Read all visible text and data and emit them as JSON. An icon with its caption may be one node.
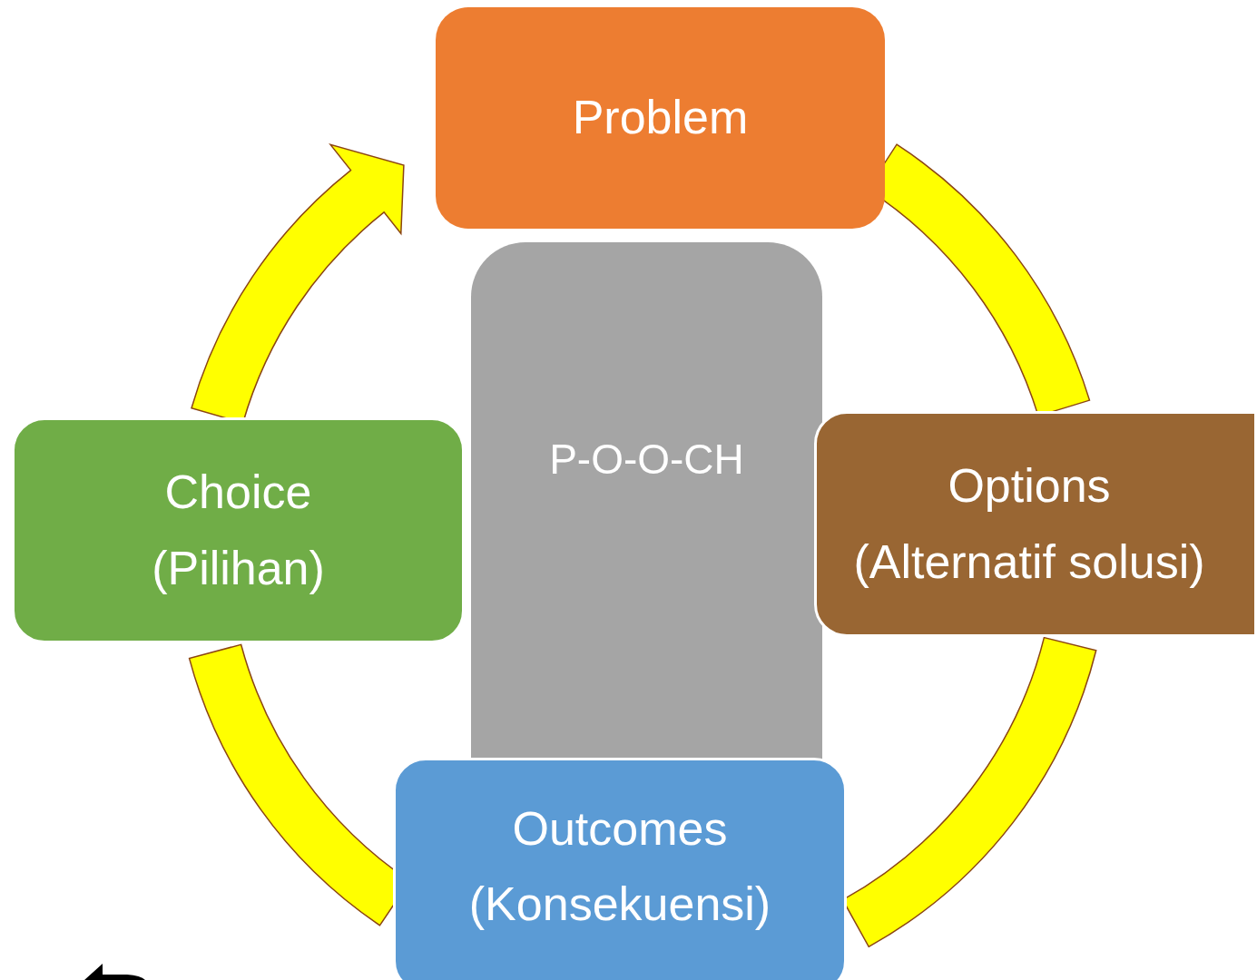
{
  "diagram": {
    "nodes": [
      {
        "text": [
          "Problem"
        ]
      },
      {
        "text": [
          "P-O-O-CH"
        ]
      },
      {
        "text": [
          "Choice",
          "(Pilihan)"
        ]
      },
      {
        "text": [
          "Options",
          "(Alternatif solusi)"
        ]
      },
      {
        "text": [
          "Outcomes",
          "(Konsekuensi)"
        ]
      }
    ],
    "edges": [
      {
        "from": 0,
        "to": 3,
        "arrow": "none"
      },
      {
        "from": 3,
        "to": 4,
        "arrow": "none"
      },
      {
        "from": 4,
        "to": 2,
        "arrow": "none"
      },
      {
        "from": 2,
        "to": 0,
        "arrow": "to"
      }
    ]
  }
}
